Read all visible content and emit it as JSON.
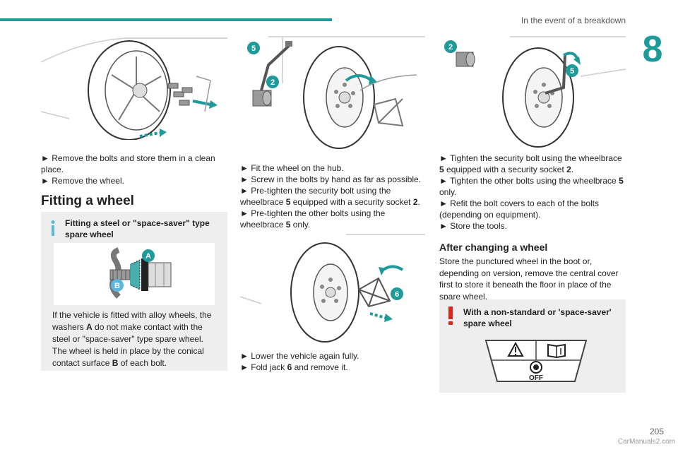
{
  "header": {
    "title": "In the event of a breakdown",
    "chapter": "8"
  },
  "col1": {
    "steps": [
      "Remove the bolts and store them in a clean place.",
      "Remove the wheel."
    ],
    "section_title": "Fitting a wheel",
    "info": {
      "title": "Fitting a steel or \"space-saver\" type spare wheel",
      "label_a": "A",
      "label_b": "B",
      "body_1": "If the vehicle is fitted with alloy wheels, the washers ",
      "body_a": "A",
      "body_2": " do not make contact with the steel or \"space-saver\" type spare wheel. The wheel is held in place by the conical contact surface ",
      "body_b": "B",
      "body_3": " of each bolt."
    }
  },
  "col2": {
    "fig_label_5": "5",
    "fig_label_2": "2",
    "fig_label_6": "6",
    "step1": "Fit the wheel on the hub.",
    "step2": "Screw in the bolts by hand as far as possible.",
    "step3_a": "Pre-tighten the security bolt using the wheelbrace ",
    "step3_b5": "5",
    "step3_c": " equipped with a security socket ",
    "step3_d2": "2",
    "step3_e": ".",
    "step4_a": "Pre-tighten the other bolts using the wheelbrace ",
    "step4_b5": "5",
    "step4_c": " only.",
    "step5": "Lower the vehicle again fully.",
    "step6_a": "Fold jack ",
    "step6_b": "6",
    "step6_c": " and remove it."
  },
  "col3": {
    "fig_label_2": "2",
    "fig_label_5": "5",
    "step1_a": "Tighten the security bolt using the wheelbrace ",
    "step1_b5": "5",
    "step1_c": " equipped with a security socket ",
    "step1_d2": "2",
    "step1_e": ".",
    "step2_a": "Tighten the other bolts using the wheelbrace ",
    "step2_b5": "5",
    "step2_c": " only.",
    "step3": "Refit the bolt covers to each of the bolts (depending on equipment).",
    "step4": "Store the tools.",
    "sub_title": "After changing a wheel",
    "body": "Store the punctured wheel in the boot or, depending on version, remove the central cover first to store it beneath the floor in place of the spare wheel.",
    "warn_title": "With a non-standard or 'space-saver' spare wheel",
    "panel_off": "OFF"
  },
  "bullet": "►",
  "footer": {
    "page_number": "205",
    "watermark": "CarManuals2.com"
  },
  "colors": {
    "accent": "#1e9a9a",
    "info_bar": "#5bb7dc",
    "warn": "#e2231a",
    "box_bg": "#eeeeee"
  },
  "icons": [
    "info-icon",
    "warning-icon",
    "triangle-warning-icon",
    "manual-book-icon",
    "tyre-pressure-icon"
  ]
}
